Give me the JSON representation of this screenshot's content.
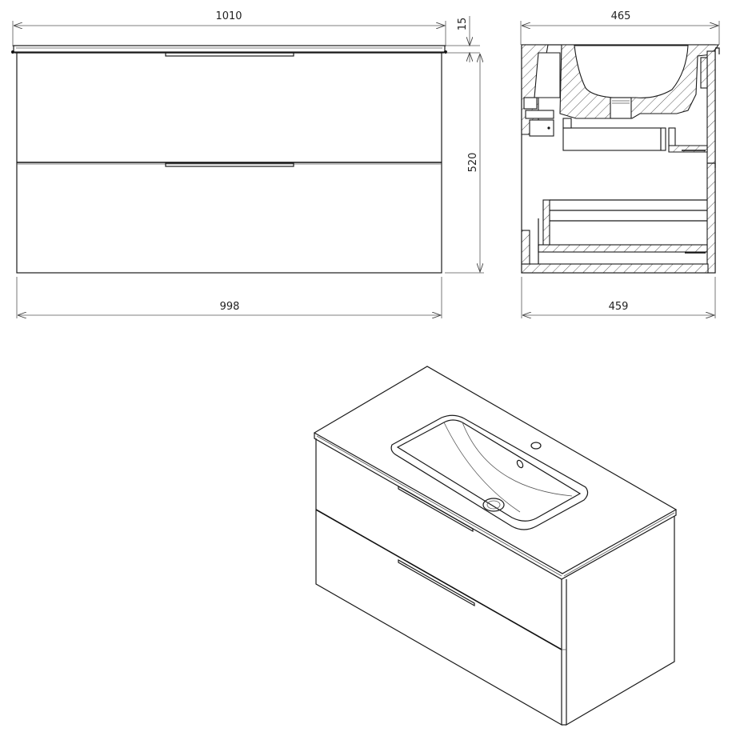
{
  "drawing": {
    "type": "technical-dimension-drawing",
    "subject": "bathroom vanity unit with integrated washbasin, 2 drawers",
    "stroke_color": "#1a1a1a",
    "background": "#ffffff"
  },
  "front_view": {
    "dimensions": {
      "top_width": "1010",
      "top_thickness": "15",
      "cabinet_height": "520",
      "cabinet_width": "998"
    },
    "drawers": [
      {
        "name": "upper-drawer",
        "handle": "long-bar-handle"
      },
      {
        "name": "lower-drawer",
        "handle": "long-bar-handle"
      }
    ]
  },
  "side_section": {
    "dimensions": {
      "top_depth": "465",
      "cabinet_depth": "459"
    },
    "elements": [
      "washbasin-section",
      "siphon",
      "upper-drawer-section",
      "lower-drawer-section",
      "back-panel",
      "cross-hatched-panels"
    ]
  },
  "isometric_view": {
    "elements": [
      "countertop",
      "washbasin-bowl",
      "drain",
      "overflow-hole",
      "tap-hole",
      "upper-drawer",
      "lower-drawer",
      "drawer-handles"
    ]
  }
}
